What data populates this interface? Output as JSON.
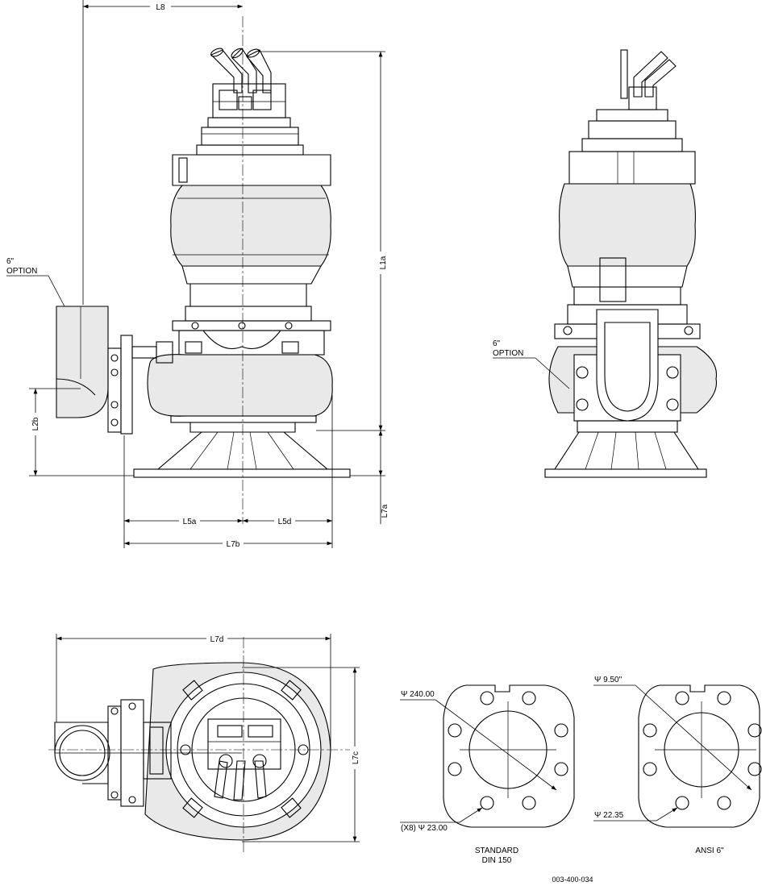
{
  "labels": {
    "L8": "L8",
    "L1a": "L1a",
    "L2b": "L2b",
    "L5a": "L5a",
    "L5d": "L5d",
    "L7a": "L7a",
    "L7b": "L7b",
    "L7c": "L7c",
    "L7d": "L7d"
  },
  "option_front": {
    "line1": "6\"",
    "line2": "OPTION"
  },
  "option_side": {
    "line1": "6\"",
    "line2": "OPTION"
  },
  "flange_din": {
    "pcd_label": "Ψ 240.00",
    "hole_label": "(X8) Ψ 23.00",
    "caption_line1": "STANDARD",
    "caption_line2": "DIN 150"
  },
  "flange_ansi": {
    "pcd_label": "Ψ 9.50\"",
    "hole_label": "Ψ 22.35",
    "caption": "ANSI 6\""
  },
  "drawing_number": "003-400-034"
}
